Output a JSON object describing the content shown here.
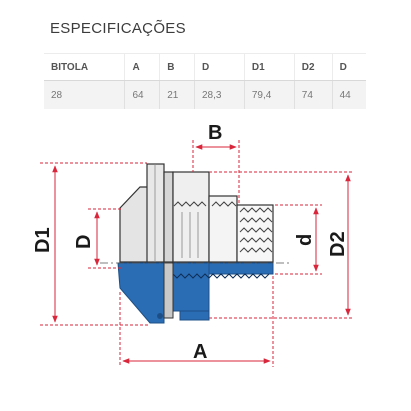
{
  "title": "ESPECIFICAÇÕES",
  "table": {
    "headers": [
      "BITOLA",
      "A",
      "B",
      "D",
      "D1",
      "D2",
      "D"
    ],
    "row": [
      "28",
      "64",
      "21",
      "28,3",
      "79,4",
      "74",
      "44"
    ]
  },
  "drawing": {
    "labels": {
      "a": "A",
      "b": "B",
      "d_upper": "D",
      "d_lower": "d",
      "d1": "D1",
      "d2": "D2"
    },
    "colors": {
      "dimension": "#d9263b",
      "part_blue": "#2a6db5",
      "outline": "#333333"
    }
  }
}
